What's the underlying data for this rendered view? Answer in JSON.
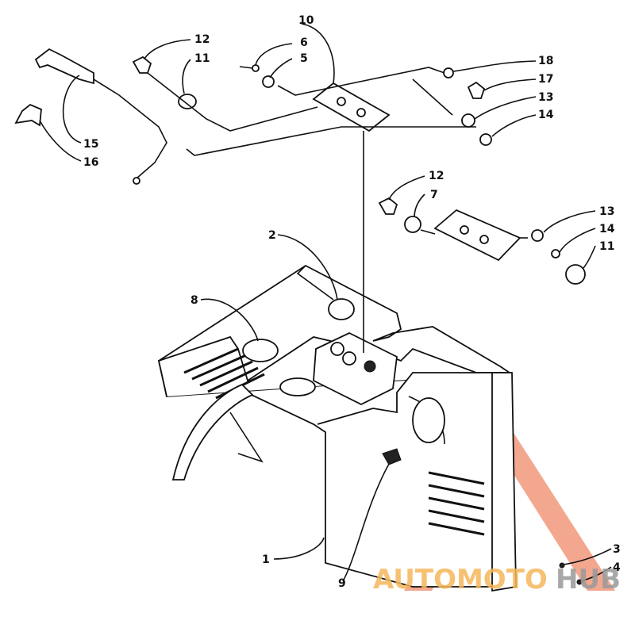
{
  "diagram": {
    "callouts": {
      "c1": "1",
      "c2": "2",
      "c3": "3",
      "c4": "4",
      "c5": "5",
      "c6": "6",
      "c7": "7",
      "c8": "8",
      "c9": "9",
      "c10": "10",
      "c11a": "11",
      "c11b": "11",
      "c12a": "12",
      "c12b": "12",
      "c13a": "13",
      "c13b": "13",
      "c14a": "14",
      "c14b": "14",
      "c15": "15",
      "c16": "16",
      "c17": "17",
      "c18": "18"
    }
  },
  "watermark": {
    "part1": "AUTOMOTO",
    "part2": "HUB",
    "colors": {
      "accent": "#f08a6a",
      "orange": "#f5b75a",
      "gray": "#9a9a9a"
    }
  }
}
